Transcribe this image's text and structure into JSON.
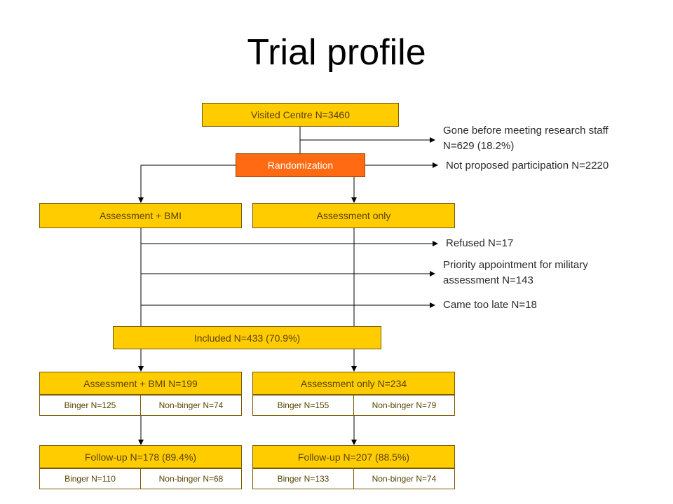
{
  "title": "Trial profile",
  "boxes": {
    "visited": "Visited Centre  N=3460",
    "randomization": "Randomization",
    "assess_bmi": "Assessment + BMI",
    "assess_only": "Assessment only",
    "included": "Included N=433 (70.9%)",
    "bmi_n": "Assessment + BMI  N=199",
    "only_n": "Assessment only  N=234",
    "fu_bmi": "Follow-up  N=178 (89.4%)",
    "fu_only": "Follow-up  N=207 (88.5%)"
  },
  "subs": {
    "bmi_binger": "Binger  N=125",
    "bmi_nonbinger": "Non-binger N=74",
    "only_binger": "Binger  N=155",
    "only_nonbinger": "Non-binger N=79",
    "fu_bmi_binger": "Binger  N=110",
    "fu_bmi_nonbinger": "Non-binger N=68",
    "fu_only_binger": "Binger  N=133",
    "fu_only_nonbinger": "Non-binger N=74"
  },
  "notes": {
    "gone_line1": "Gone before meeting research staff",
    "gone_line2": "N=629 (18.2%)",
    "not_proposed": "Not proposed participation  N=2220",
    "refused": "Refused  N=17",
    "priority_line1": "Priority appointment for military",
    "priority_line2": "assessment   N=143",
    "came_late": "Came too late  N=18"
  }
}
